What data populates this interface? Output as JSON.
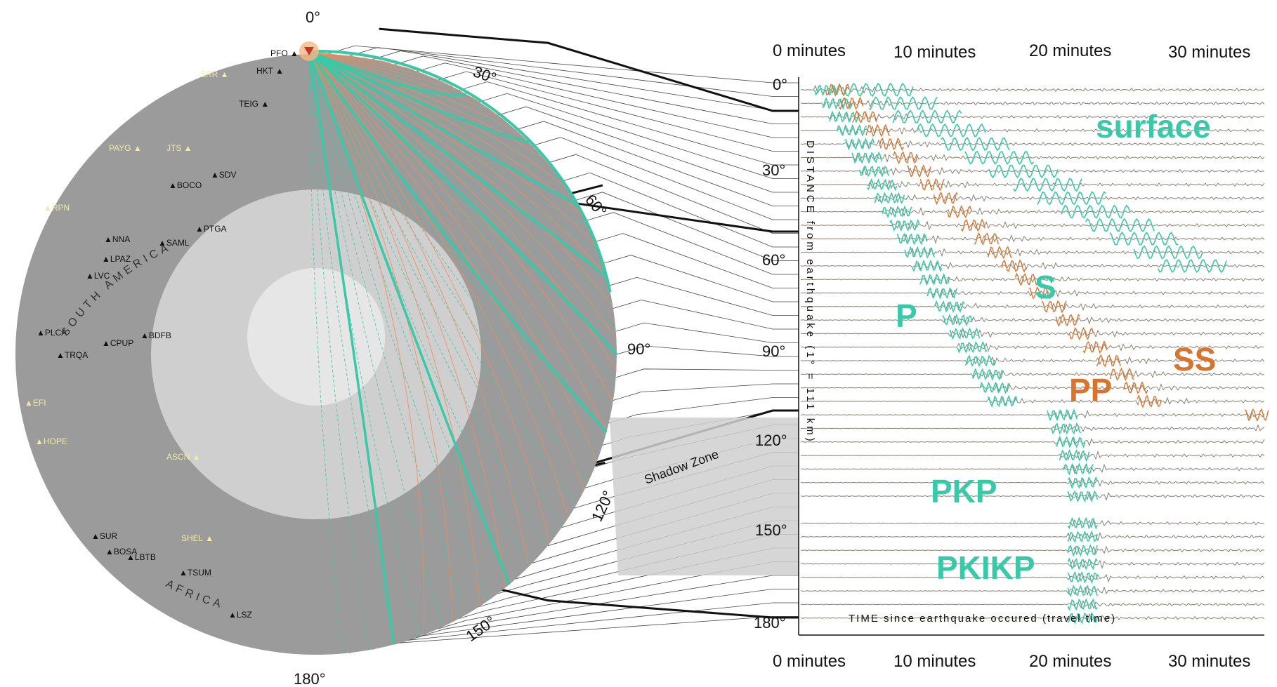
{
  "left_diagram": {
    "angle_labels": {
      "top": "0°",
      "a30": "30°",
      "a60": "60°",
      "a90": "90°",
      "a120": "120°",
      "a150": "150°",
      "bottom": "180°"
    },
    "shadow_zone": "Shadow Zone",
    "continents": [
      "SOUTH AMERICA",
      "AFRICA"
    ],
    "stations_dark": [
      "PFO",
      "HKT",
      "TEIG",
      "SDV",
      "BOCO",
      "PTGA",
      "SAML",
      "NNA",
      "LPAZ",
      "LVC",
      "PLCA",
      "TRQA",
      "CPUP",
      "BDFB",
      "SUR",
      "BOSA",
      "LBTB",
      "TSUM",
      "LSZ"
    ],
    "stations_light": [
      "SRR",
      "PAYG",
      "JTS",
      "RPN",
      "EFI",
      "HOPE",
      "ASCN",
      "SHEL"
    ],
    "colors": {
      "mantle": "#9b9b9b",
      "outer_core": "#cfcfcf",
      "inner_core": "#e6e6e6",
      "p_rays": "#39c9a8",
      "s_rays": "#f08c52",
      "shadow_zone": "#cfcfcf"
    }
  },
  "seismogram": {
    "time_labels_top": [
      "0 minutes",
      "10 minutes",
      "20 minutes",
      "30 minutes"
    ],
    "time_labels_bottom": [
      "0 minutes",
      "10 minutes",
      "20 minutes",
      "30 minutes"
    ],
    "distance_labels": [
      "0°",
      "30°",
      "60°",
      "90°",
      "120°",
      "150°",
      "180°"
    ],
    "y_axis_label": "DISTANCE from earthquake (1° = 111 km)",
    "x_axis_label": "TIME since earthquake occured (travel time)",
    "phases_teal": [
      "surface",
      "S",
      "P",
      "PKP",
      "PKIKP"
    ],
    "phases_orange": [
      "SS",
      "PP"
    ],
    "colors": {
      "p_phase": "#39c9a8",
      "s_phase": "#d9742e",
      "trace": "#8a7e72"
    }
  }
}
